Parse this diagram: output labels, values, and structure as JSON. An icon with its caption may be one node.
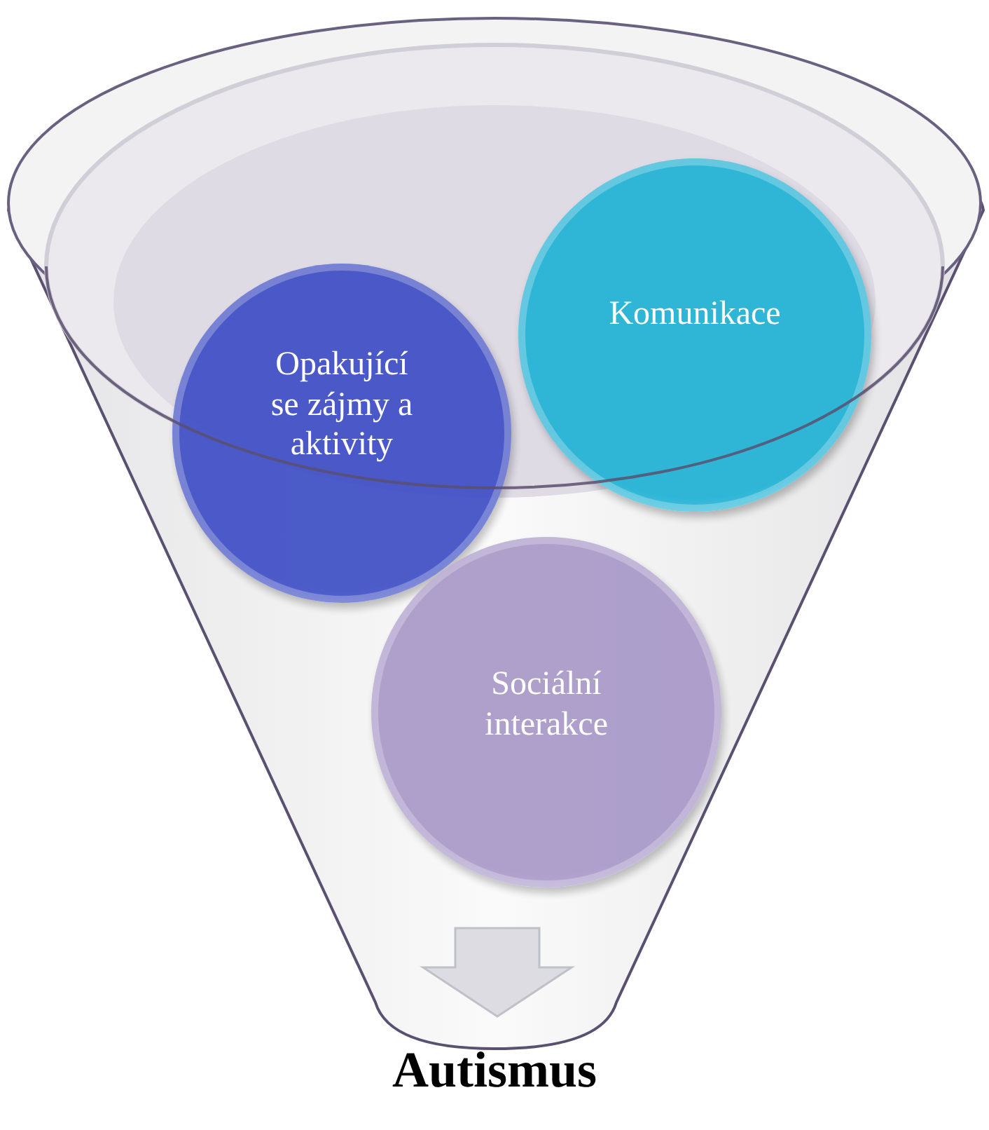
{
  "diagram": {
    "caption": "Autismus",
    "nodes": [
      {
        "text": [],
        "shape": "funnel"
      },
      {
        "text": [
          "Opakující se zájmy a  aktivity"
        ],
        "in": 0
      },
      {
        "text": [
          "Komunikace"
        ],
        "in": 0
      },
      {
        "text": [
          "Sociální interakce"
        ],
        "in": 0
      }
    ]
  }
}
